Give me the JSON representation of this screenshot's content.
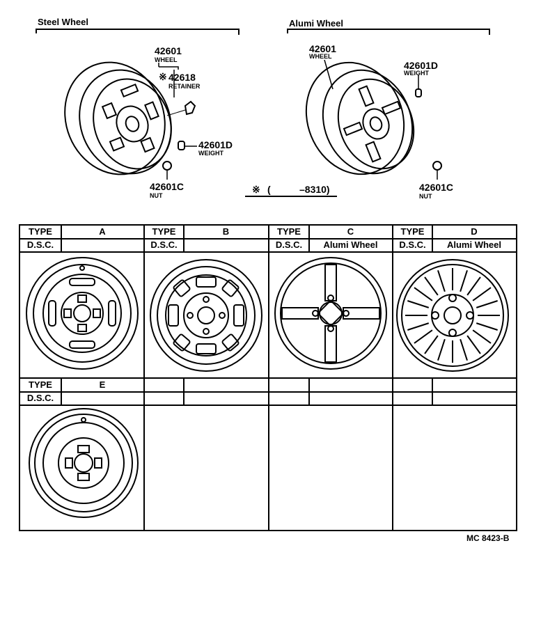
{
  "sections": {
    "steel": "Steel Wheel",
    "alumi": "Alumi Wheel"
  },
  "parts": {
    "steel_wheel": {
      "num": "42601",
      "name": "WHEEL"
    },
    "steel_retainer": {
      "mark": "※",
      "num": "42618",
      "name": "RETAINER"
    },
    "steel_weight": {
      "num": "42601D",
      "name": "WEIGHT"
    },
    "steel_nut": {
      "num": "42601C",
      "name": "NUT"
    },
    "alumi_wheel": {
      "num": "42601",
      "name": "WHEEL"
    },
    "alumi_weight": {
      "num": "42601D",
      "name": "WEIGHT"
    },
    "alumi_nut": {
      "num": "42601C",
      "name": "NUT"
    }
  },
  "note": {
    "mark": "※",
    "open": "(",
    "range": "–8310)"
  },
  "table": {
    "type_label": "TYPE",
    "dsc_label": "D.S.C.",
    "row1": [
      {
        "type": "A",
        "dsc": ""
      },
      {
        "type": "B",
        "dsc": ""
      },
      {
        "type": "C",
        "dsc": "Alumi Wheel"
      },
      {
        "type": "D",
        "dsc": "Alumi Wheel"
      }
    ],
    "row2": [
      {
        "type": "E",
        "dsc": ""
      }
    ]
  },
  "footer": "MC 8423-B"
}
